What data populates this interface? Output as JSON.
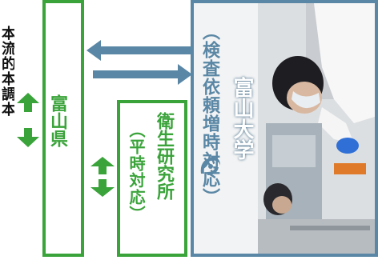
{
  "left_cropped_text": "本流的本調本",
  "prefecture": {
    "label": "富山県"
  },
  "health_lab": {
    "line1": "衛生研究所",
    "line2": "（平時対応）"
  },
  "university": {
    "line1": "富山大学",
    "line2": "（検査依頼増時対応）"
  },
  "icons": {
    "logo": "university-logo-icon",
    "photo": "lab-worker-photo"
  },
  "colors": {
    "green": "#3aa33a",
    "blue_gray": "#5a87a5",
    "panel_bg": "#f2f3f4"
  }
}
